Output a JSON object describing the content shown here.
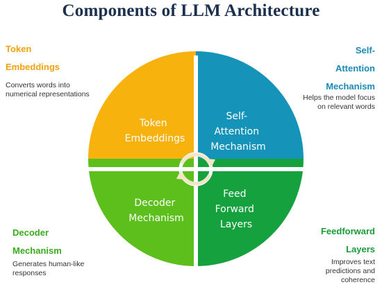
{
  "title": "Components of LLM Architecture",
  "colors": {
    "title": "#1b2f4e",
    "token": "#f7b20d",
    "attention": "#1693b9",
    "decoder": "#5cbf1c",
    "feedforward": "#15a23e",
    "heading_orange": "#f2a20c",
    "heading_blue": "#1b8ab5",
    "heading_green": "#3bab1c",
    "heading_darkgreen": "#1c9a3a",
    "arrow": "#f1e6c8"
  },
  "corners": {
    "top_left": {
      "heading_lines": [
        "Token",
        "Embeddings"
      ],
      "description_lines": [
        "Converts words into",
        "numerical representations"
      ]
    },
    "top_right": {
      "heading_lines": [
        "Self-",
        "Attention",
        "Mechanism"
      ],
      "description_lines": [
        "Helps the model focus",
        "on relevant words"
      ]
    },
    "bottom_left": {
      "heading_lines": [
        "Decoder",
        "Mechanism"
      ],
      "description_lines": [
        "Generates human-like",
        "responses"
      ]
    },
    "bottom_right": {
      "heading_lines": [
        "Feedforward",
        "Layers"
      ],
      "description_lines": [
        "Improves text",
        "predictions and",
        "coherence"
      ]
    }
  },
  "quadrants": {
    "top_left": [
      "Token",
      "Embeddings"
    ],
    "top_right": [
      "Self-",
      "Attention",
      "Mechanism"
    ],
    "bottom_left": [
      "Decoder",
      "Mechanism"
    ],
    "bottom_right": [
      "Feed",
      "Forward",
      "Layers"
    ]
  },
  "center_icon": "cycle-arrows-icon"
}
